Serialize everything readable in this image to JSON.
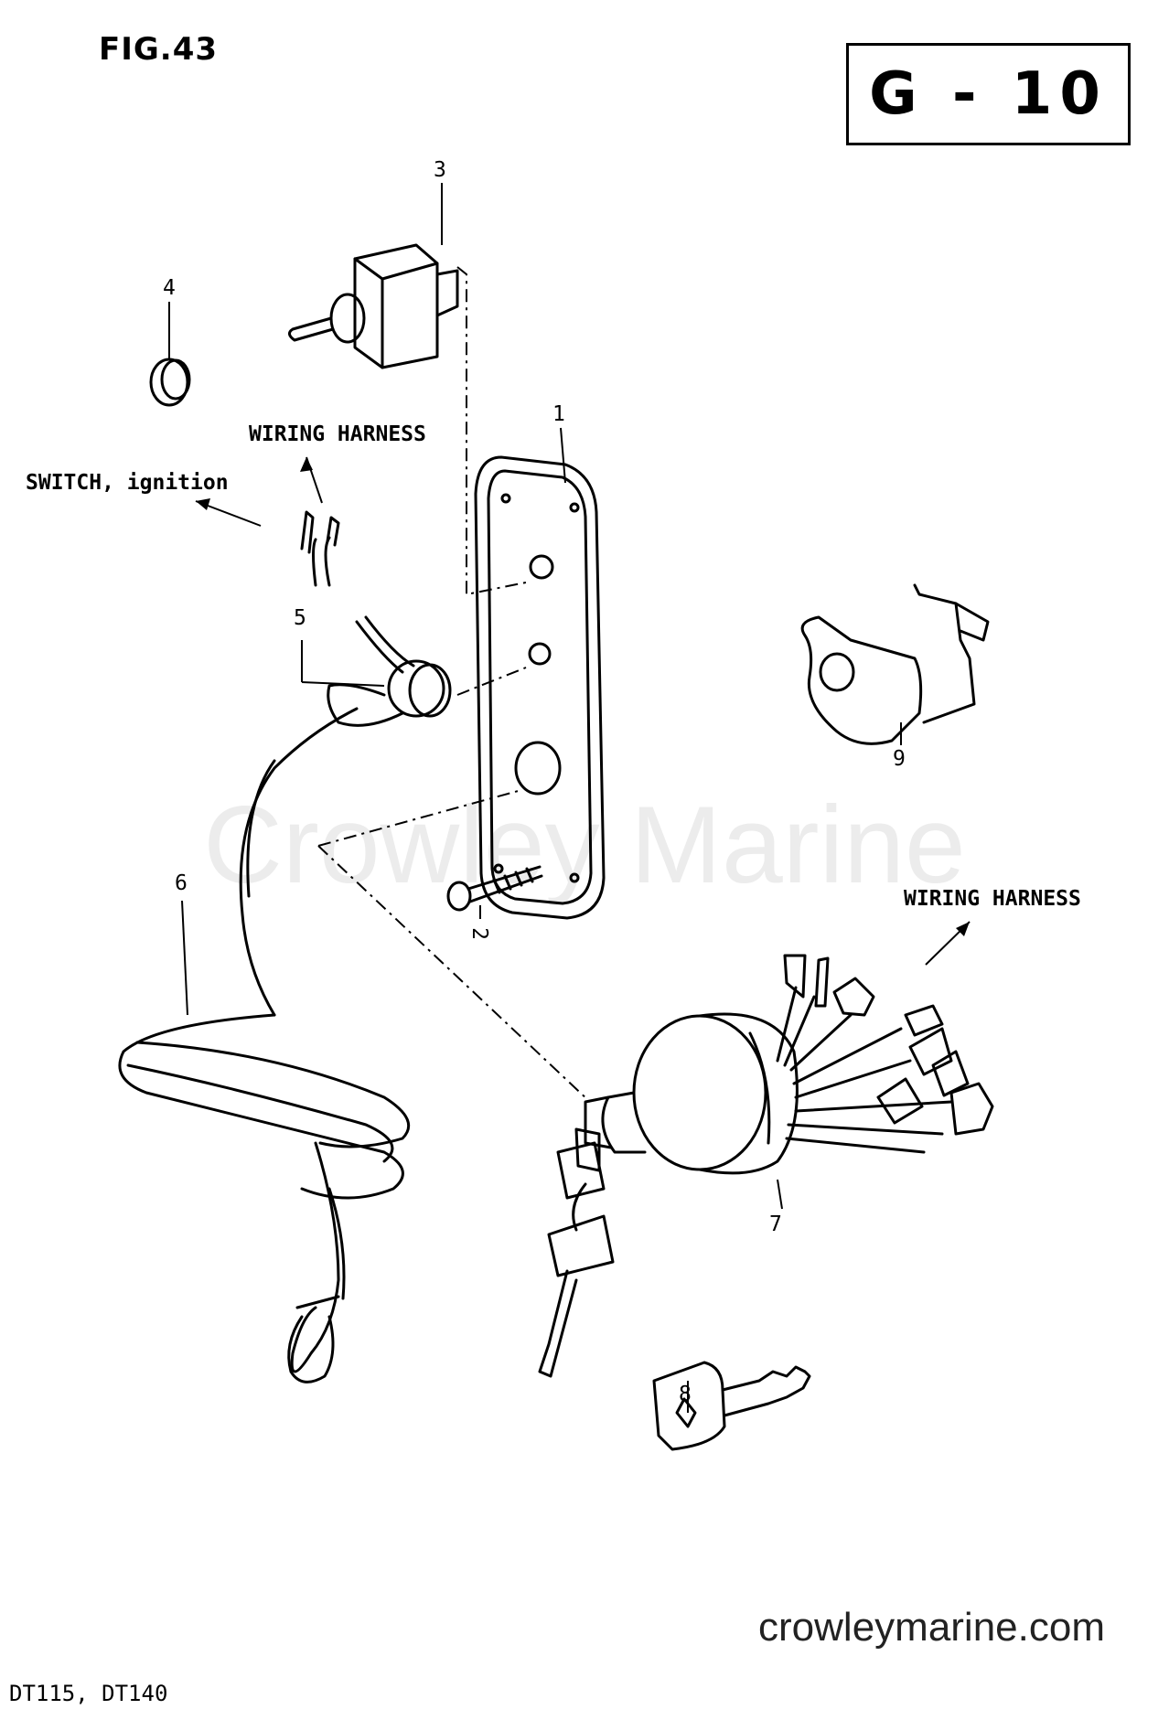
{
  "figure": {
    "label": "FIG.43",
    "section_code": "G - 10"
  },
  "callouts": {
    "c1": "1",
    "c2": "2",
    "c3": "3",
    "c4": "4",
    "c5": "5",
    "c6": "6",
    "c7": "7",
    "c8": "8",
    "c9": "9"
  },
  "labels": {
    "wiring_harness_top": "WIRING HARNESS",
    "switch_ignition": "SWITCH, ignition",
    "wiring_harness_right": "WIRING HARNESS"
  },
  "watermark": "Crowley Marine",
  "website": "crowleymarine.com",
  "models": "DT115, DT140"
}
